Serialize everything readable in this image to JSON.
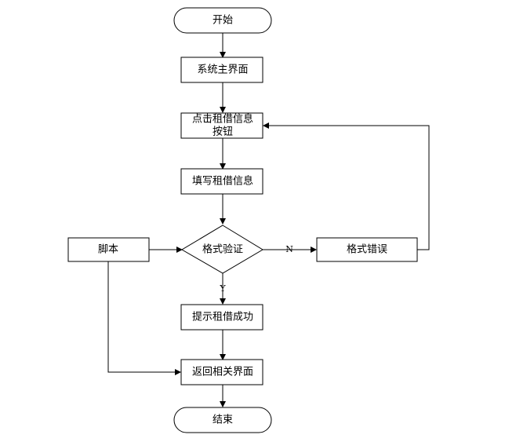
{
  "flowchart": {
    "nodes": {
      "start": "开始",
      "main_ui": "系统主界面",
      "click_button_line1": "点击租借信息",
      "click_button_line2": "按钮",
      "fill_info": "填写租借信息",
      "format_check": "格式验证",
      "format_error": "格式错误",
      "script": "脚本",
      "success_prompt": "提示租借成功",
      "return_ui": "返回相关界面",
      "end": "结束"
    },
    "edge_labels": {
      "no": "N",
      "yes": "Y"
    }
  }
}
